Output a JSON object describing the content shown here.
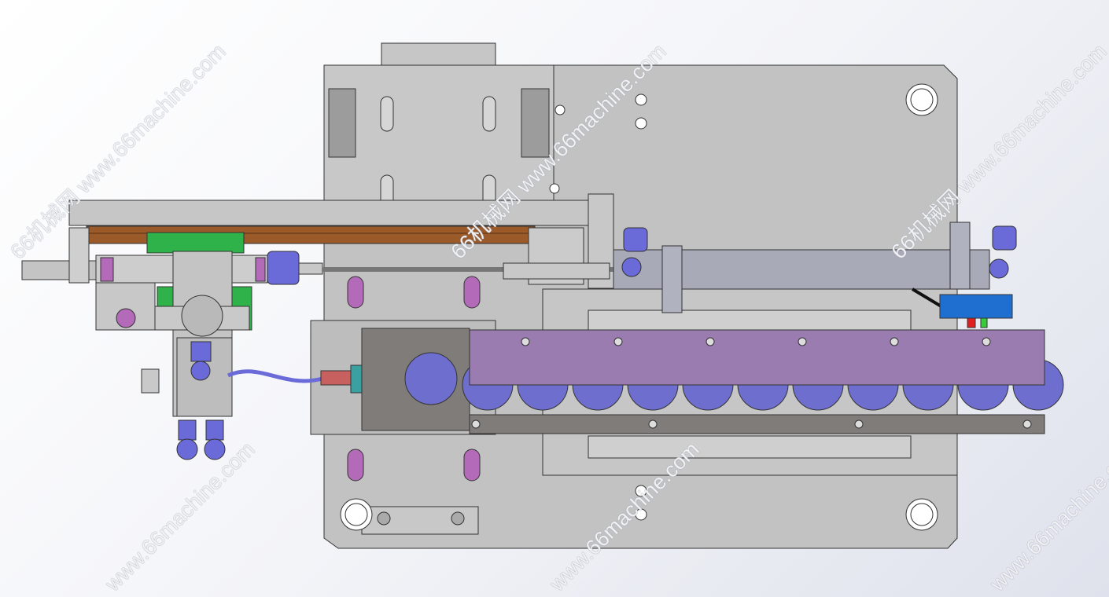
{
  "watermark": {
    "text": "66机械网 www.66machine.com",
    "short": "www.66machine.com"
  },
  "colors": {
    "plate": "#c2c2c2",
    "plate_dark": "#9c9c9c",
    "purple_bar": "#9a7cb0",
    "wheel": "#6e6ecf",
    "brown": "#9a5a2a",
    "green": "#2fb24a",
    "cylinder": "#a8aab8",
    "fitting": "#6a6ad8",
    "slot": "#b36ab8",
    "sensor": "#1f6fd0"
  },
  "conveyor": {
    "wheel_count": 11
  }
}
